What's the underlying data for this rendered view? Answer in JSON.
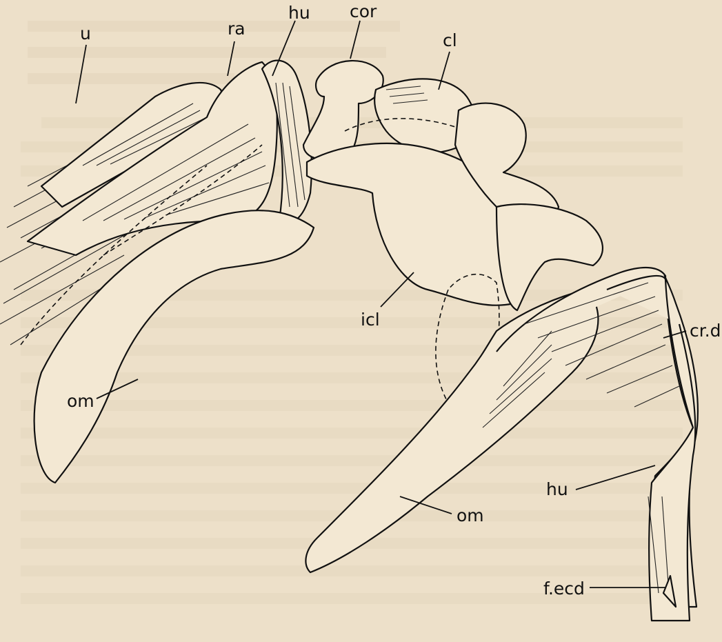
{
  "figure": {
    "labels": {
      "u": "u",
      "ra": "ra",
      "hu_top": "hu",
      "cor": "cor",
      "cl": "cl",
      "icl": "icl",
      "om_left": "om",
      "om_right": "om",
      "crd": "cr.d",
      "hu_right": "hu",
      "fecd": "f.ecd"
    }
  },
  "colors": {
    "paper": "#ede0c9",
    "ink": "#111111",
    "bleed_through": "#c9b99b"
  }
}
